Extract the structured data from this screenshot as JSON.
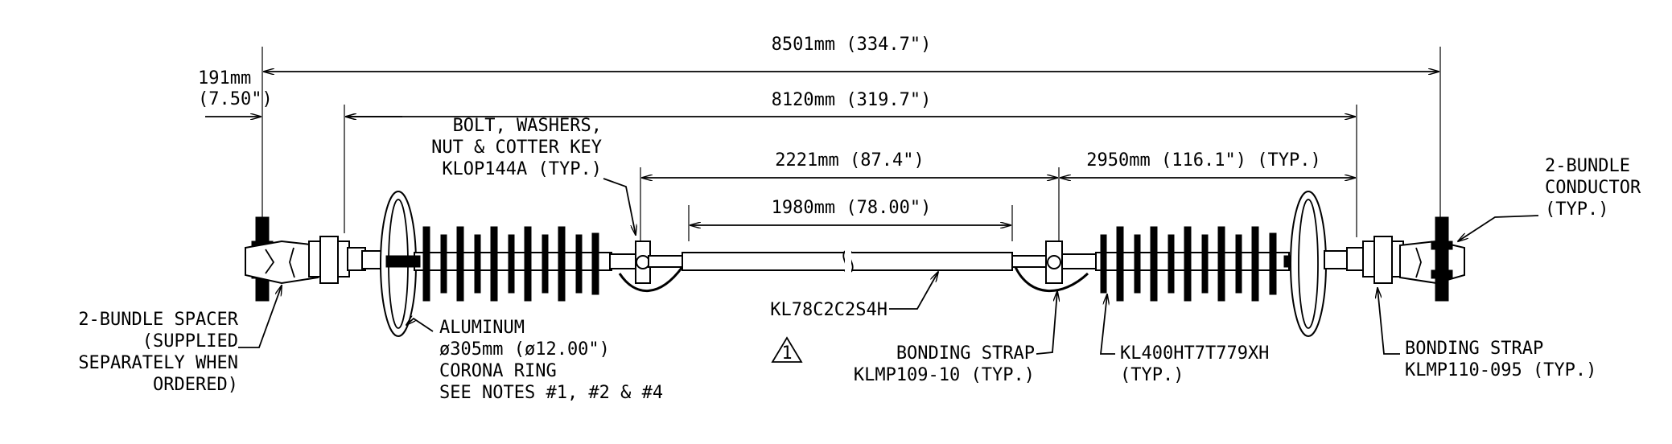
{
  "dimensions": {
    "overall": "8501mm (334.7\")",
    "end_offset_mm": "191mm",
    "end_offset_in": "(7.50\")",
    "between_rings": "8120mm (319.7\")",
    "link_pins": "2221mm (87.4\")",
    "insulator_typ": "2950mm (116.1\") (TYP.)",
    "link_body": "1980mm (78.00\")"
  },
  "callouts": {
    "bolt": [
      "BOLT, WASHERS,",
      "NUT & COTTER KEY",
      "KLOP144A (TYP.)"
    ],
    "conductor": [
      "2-BUNDLE",
      "CONDUCTOR",
      "(TYP.)"
    ],
    "spacer": [
      "2-BUNDLE SPACER",
      "(SUPPLIED",
      "SEPARATELY WHEN",
      "ORDERED)"
    ],
    "ring": [
      "ALUMINUM",
      "ø305mm (ø12.00\")",
      "CORONA RING",
      "SEE NOTES #1, #2 & #4"
    ],
    "link": "KL78C2C2S4H",
    "revision": "1",
    "strap_left": [
      "BONDING STRAP",
      "KLMP109-10 (TYP.)"
    ],
    "insulator": [
      "KL400HT7T779XH",
      "(TYP.)"
    ],
    "strap_right": [
      "BONDING STRAP",
      "KLMP110-095 (TYP.)"
    ]
  }
}
